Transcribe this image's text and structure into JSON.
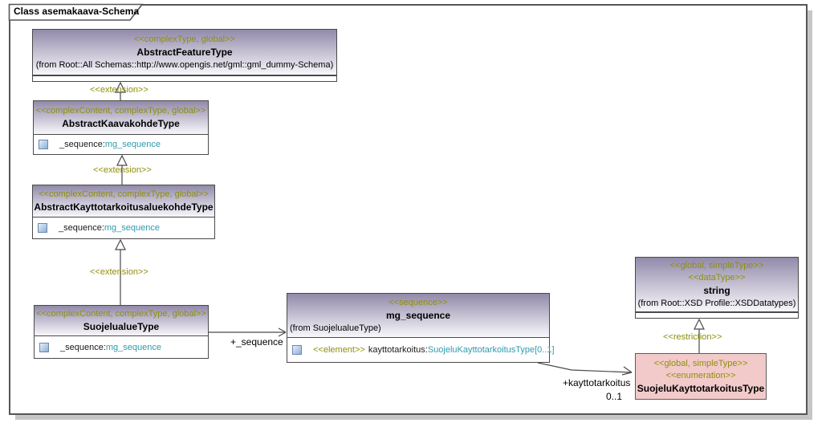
{
  "diagram": {
    "title": "Class asemakaava-Schema"
  },
  "classes": {
    "featureType": {
      "stereotype": "<<complexType, global>>",
      "name": "AbstractFeatureType",
      "from": "(from Root::All Schemas::http://www.opengis.net/gml::gml_dummy-Schema)"
    },
    "kaavakohde": {
      "stereotype": "<<complexContent, complexType, global>>",
      "name": "AbstractKaavakohdeType",
      "attr": {
        "name": "_sequence:",
        "type": "mg_sequence"
      }
    },
    "kayttotarkoitusalue": {
      "stereotype": "<<complexContent, complexType, global>>",
      "name": "AbstractKayttotarkoitusaluekohdeType",
      "attr": {
        "name": "_sequence:",
        "type": "mg_sequence"
      }
    },
    "suojelualue": {
      "stereotype": "<<complexContent, complexType, global>>",
      "name": "SuojelualueType",
      "attr": {
        "name": "_sequence:",
        "type": "mg_sequence"
      }
    },
    "mgSequence": {
      "stereotype": "<<sequence>>",
      "name": "mg_sequence",
      "from": "(from SuojelualueType)",
      "attr": {
        "stereotype": "<<element>>",
        "name": "kayttotarkoitus:",
        "type": "SuojeluKayttotarkoitusType[0..1]"
      }
    },
    "xsdString": {
      "stereotype1": "<<global, simpleType>>",
      "stereotype2": "<<dataType>>",
      "name": "string",
      "from": "(from Root::XSD Profile::XSDDatatypes)"
    },
    "suojeluKayttotarkoitus": {
      "stereotype1": "<<global, simpleType>>",
      "stereotype2": "<<enumeration>>",
      "name": "SuojeluKayttotarkoitusType"
    }
  },
  "connectors": {
    "extension": "<<extension>>",
    "restriction": "<<restriction>>",
    "sequenceRole": "+_sequence",
    "kayttotarkoitusRole": "+kayttotarkoitus",
    "kayttotarkoitusMultiplicity": "0..1"
  },
  "colors": {
    "stereotypeText": "#8f8f0c",
    "typeReferenceText": "#2e9aae",
    "classHeaderTop": "#928aaa",
    "enumerationFill": "#f2caca",
    "frameShadow": "#c6c6c6"
  }
}
